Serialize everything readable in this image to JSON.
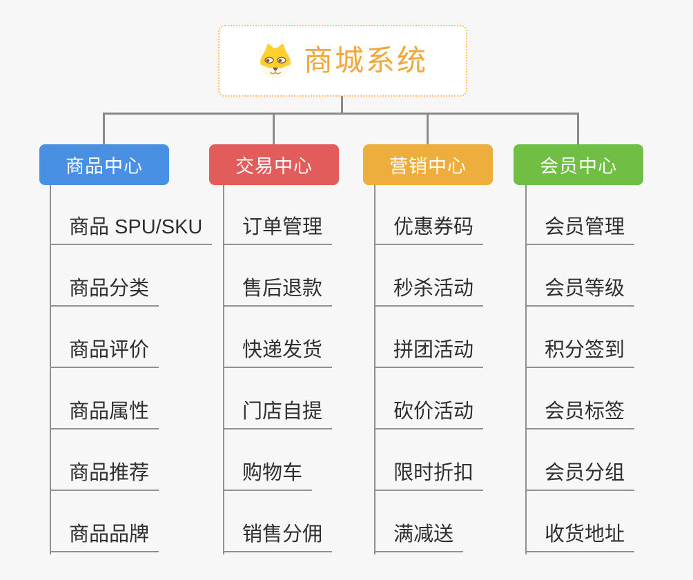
{
  "canvas": {
    "background": "#f7f7f7",
    "connector_color": "#8a8a8a"
  },
  "root": {
    "title": "商城系统",
    "icon": "dog-face-icon",
    "title_color": "#F2A73D",
    "border_color": "#F6C26A"
  },
  "branches": [
    {
      "label": "商品中心",
      "color": "#4A90E2",
      "children": [
        "商品 SPU/SKU",
        "商品分类",
        "商品评价",
        "商品属性",
        "商品推荐",
        "商品品牌"
      ]
    },
    {
      "label": "交易中心",
      "color": "#E25C5C",
      "children": [
        "订单管理",
        "售后退款",
        "快递发货",
        "门店自提",
        "购物车",
        "销售分佣"
      ]
    },
    {
      "label": "营销中心",
      "color": "#EEAE3E",
      "children": [
        "优惠券码",
        "秒杀活动",
        "拼团活动",
        "砍价活动",
        "限时折扣",
        "满减送"
      ]
    },
    {
      "label": "会员中心",
      "color": "#70BE44",
      "children": [
        "会员管理",
        "会员等级",
        "积分签到",
        "会员标签",
        "会员分组",
        "收货地址"
      ]
    }
  ]
}
